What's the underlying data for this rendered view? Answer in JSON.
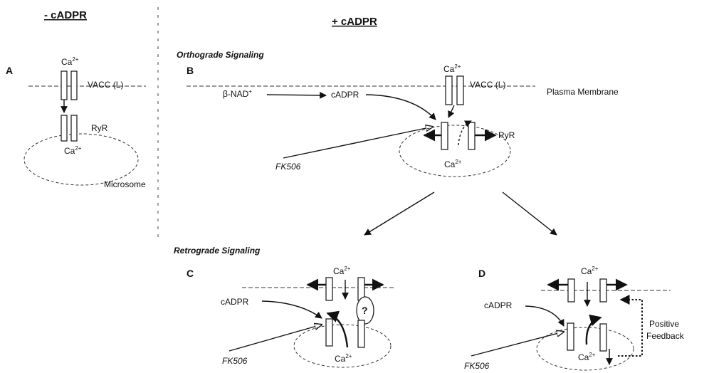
{
  "headers": {
    "minus": "- cADPR",
    "plus": "+ cADPR"
  },
  "sections": {
    "orthograde": "Orthograde Signaling",
    "retrograde": "Retrograde Signaling"
  },
  "panels": {
    "a": "A",
    "b": "B",
    "c": "C",
    "d": "D"
  },
  "labels": {
    "ca": "Ca",
    "ca_sup": "2+",
    "vacc": "VACC (L)",
    "ryr": "RyR",
    "microsome": "Microsome",
    "plasma_membrane": "Plasma Membrane",
    "bnad": "β-NAD",
    "bnad_sup": "+",
    "cadpr": "cADPR",
    "fk506": "FK506",
    "question": "?",
    "positive": "Positive",
    "feedback": "Feedback"
  }
}
